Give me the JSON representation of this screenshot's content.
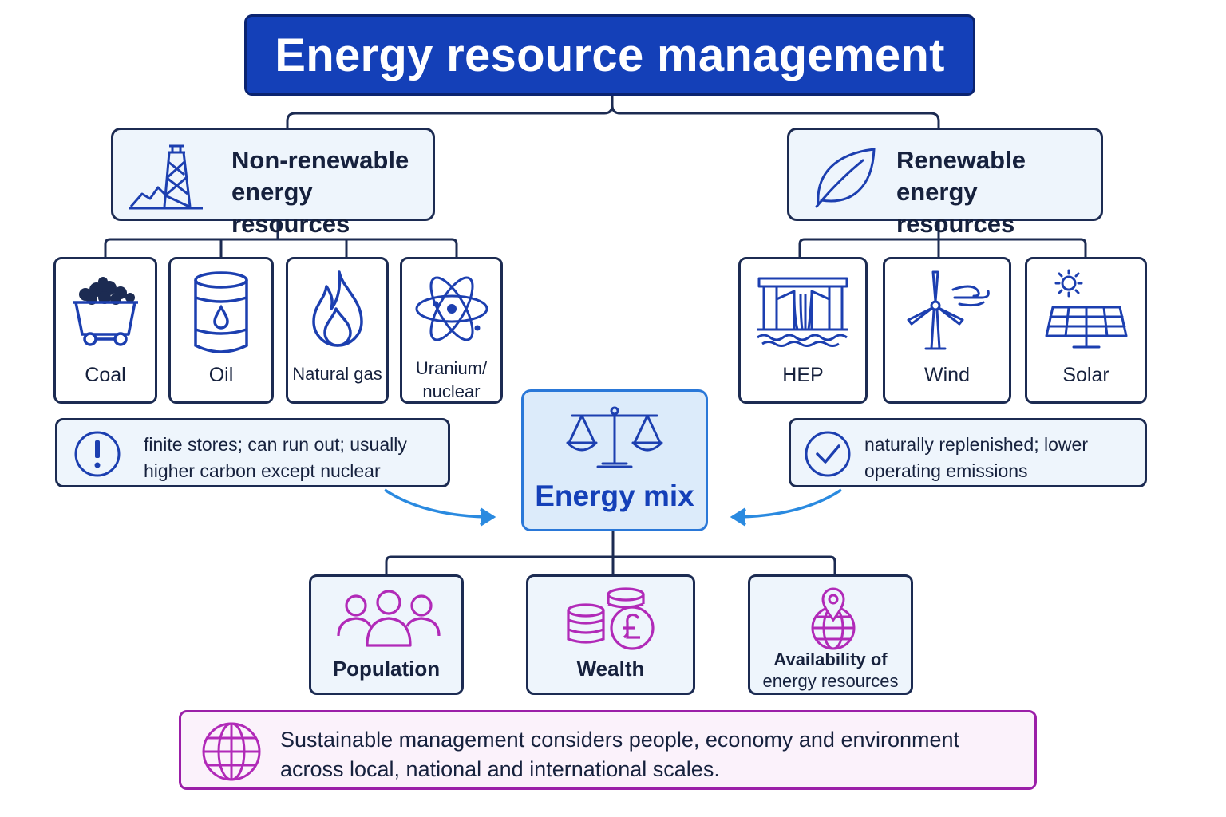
{
  "title": "Energy resource management",
  "non_renewable": {
    "heading": [
      "Non-renewable",
      "energy resources"
    ],
    "icon": "oil-rig-icon",
    "items": [
      {
        "label": "Coal",
        "icon": "coal-cart-icon"
      },
      {
        "label": "Oil",
        "icon": "oil-barrel-icon"
      },
      {
        "label": "Natural gas",
        "icon": "flame-icon"
      },
      {
        "label_lines": [
          "Uranium/",
          "nuclear"
        ],
        "icon": "atom-icon"
      }
    ],
    "note": [
      "finite stores; can run out; usually",
      "higher carbon except nuclear"
    ],
    "note_icon": "exclamation-icon"
  },
  "renewable": {
    "heading": [
      "Renewable",
      "energy resources"
    ],
    "icon": "leaf-icon",
    "items": [
      {
        "label": "HEP",
        "icon": "dam-icon"
      },
      {
        "label": "Wind",
        "icon": "wind-turbine-icon"
      },
      {
        "label": "Solar",
        "icon": "solar-panel-icon"
      }
    ],
    "note": [
      "naturally replenished; lower",
      "operating emissions"
    ],
    "note_icon": "check-circle-icon"
  },
  "energy_mix": {
    "label": "Energy mix",
    "icon": "balance-scale-icon"
  },
  "factors": [
    {
      "label": "Population",
      "icon": "people-icon"
    },
    {
      "label": "Wealth",
      "icon": "coins-pound-icon"
    },
    {
      "label_lines": [
        "Availability of",
        "energy resources"
      ],
      "icon": "globe-pin-icon"
    }
  ],
  "banner": {
    "lines": [
      "Sustainable management considers people, economy and environment",
      "across local, national and international scales."
    ],
    "icon": "globe-icon"
  },
  "colors": {
    "title_bg": "#1440b8",
    "icon_blue": "#1c3fb0",
    "factor_purple": "#b12ab8",
    "arrow_blue": "#2a8ae0",
    "dark_text": "#16213d"
  }
}
